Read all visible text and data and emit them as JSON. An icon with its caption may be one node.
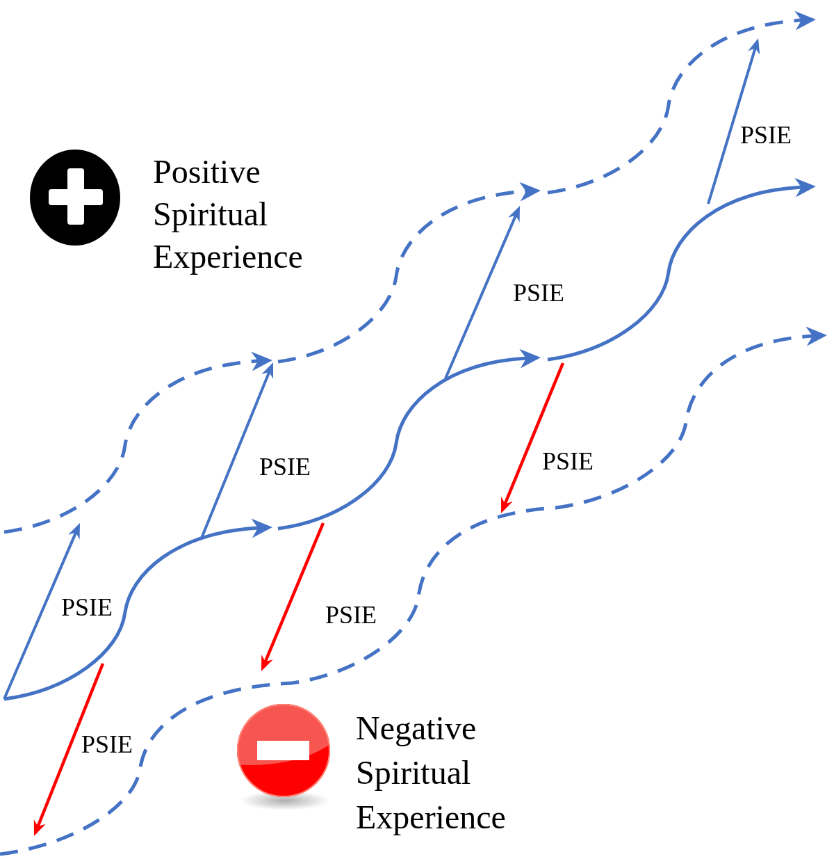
{
  "diagram": {
    "labels": [
      "PSIE",
      "Positive Spiritual Experience",
      "PSIE",
      "PSIE",
      "PSIE",
      "PSIE",
      "PSIE",
      "Negative Spiritual Experience",
      "PSIE"
    ]
  }
}
